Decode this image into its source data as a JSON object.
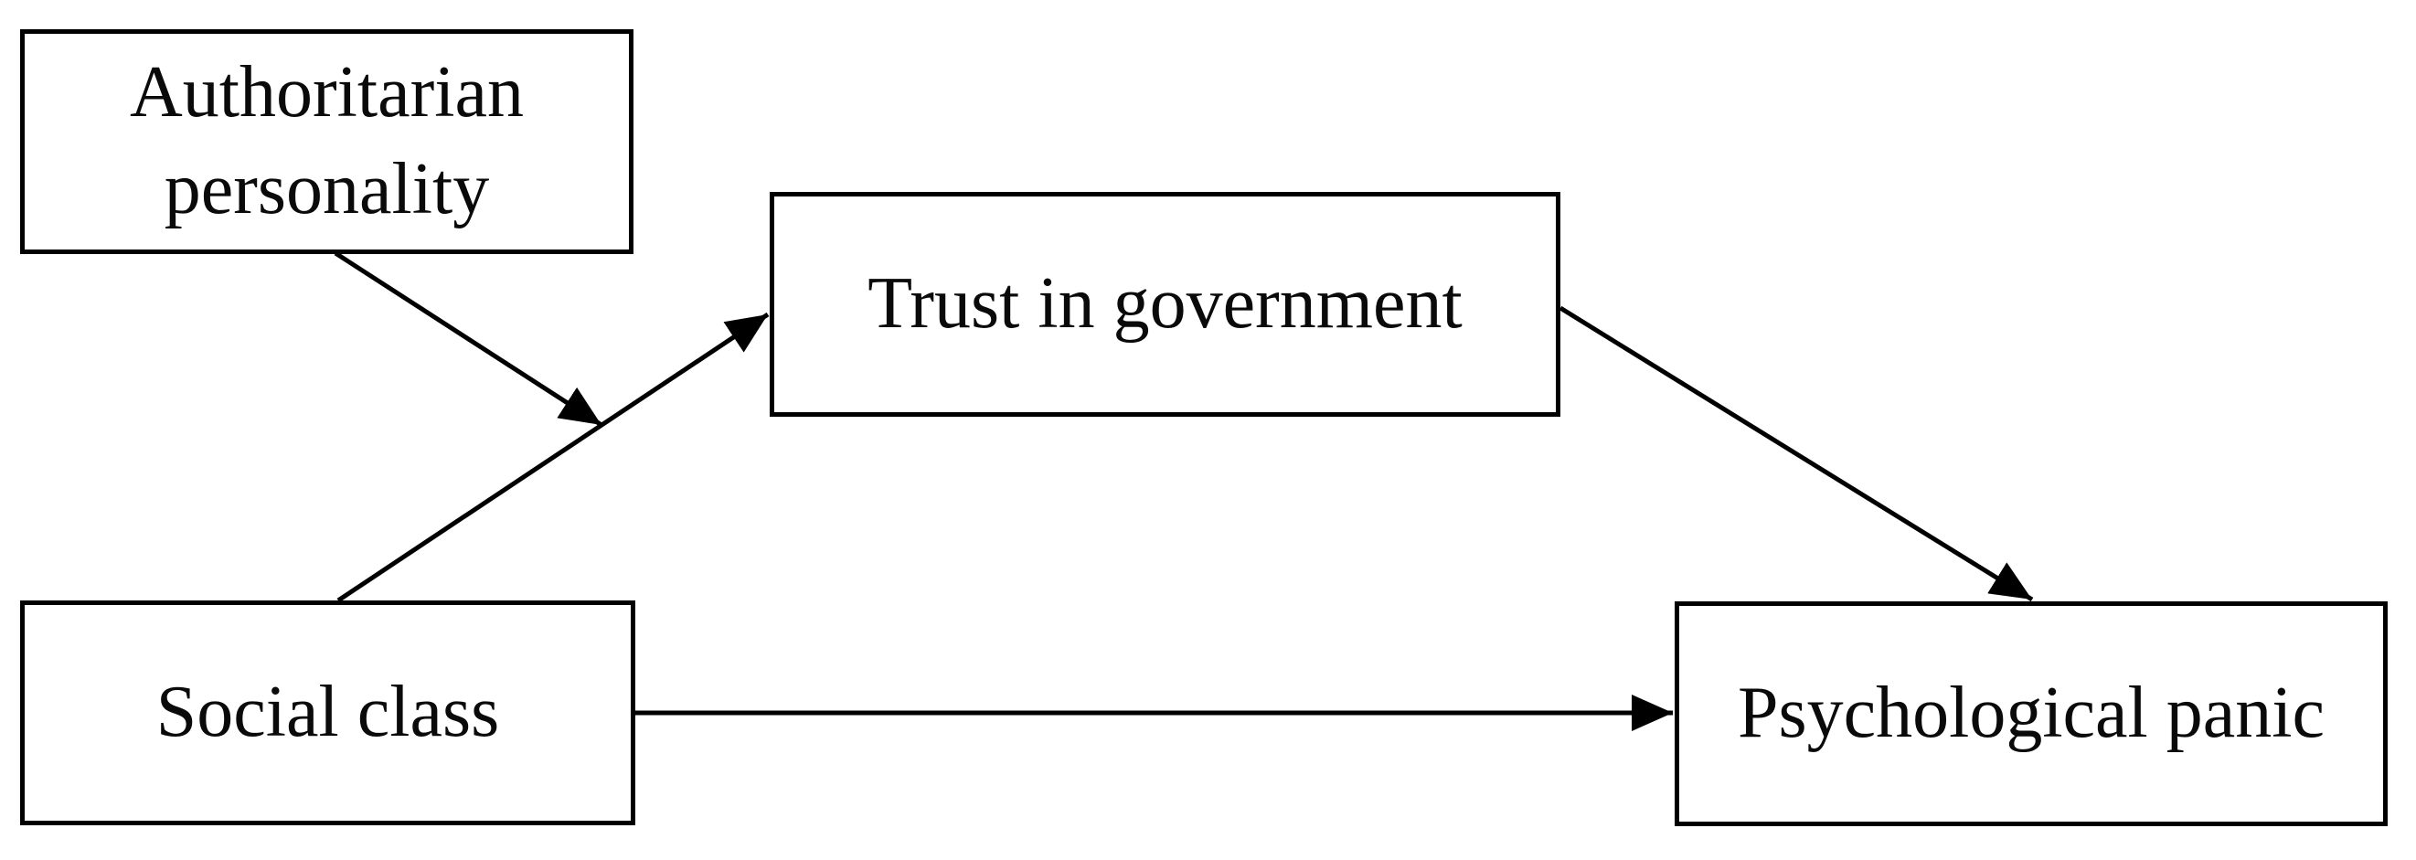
{
  "diagram": {
    "title": "",
    "background_color": "#ffffff",
    "stroke_color": "#000000",
    "nodes": [
      {
        "id": "authoritarian-personality",
        "label": "Authoritarian personality"
      },
      {
        "id": "trust-in-government",
        "label": "Trust in government"
      },
      {
        "id": "social-class",
        "label": "Social class"
      },
      {
        "id": "psychological-panic",
        "label": "Psychological panic"
      }
    ],
    "edges": [
      {
        "from": "authoritarian-personality",
        "to": "social-class-to-trust-in-government-path",
        "type": "moderation-arrow"
      },
      {
        "from": "social-class",
        "to": "trust-in-government",
        "type": "arrow"
      },
      {
        "from": "social-class",
        "to": "psychological-panic",
        "type": "arrow"
      },
      {
        "from": "trust-in-government",
        "to": "psychological-panic",
        "type": "arrow"
      }
    ]
  }
}
